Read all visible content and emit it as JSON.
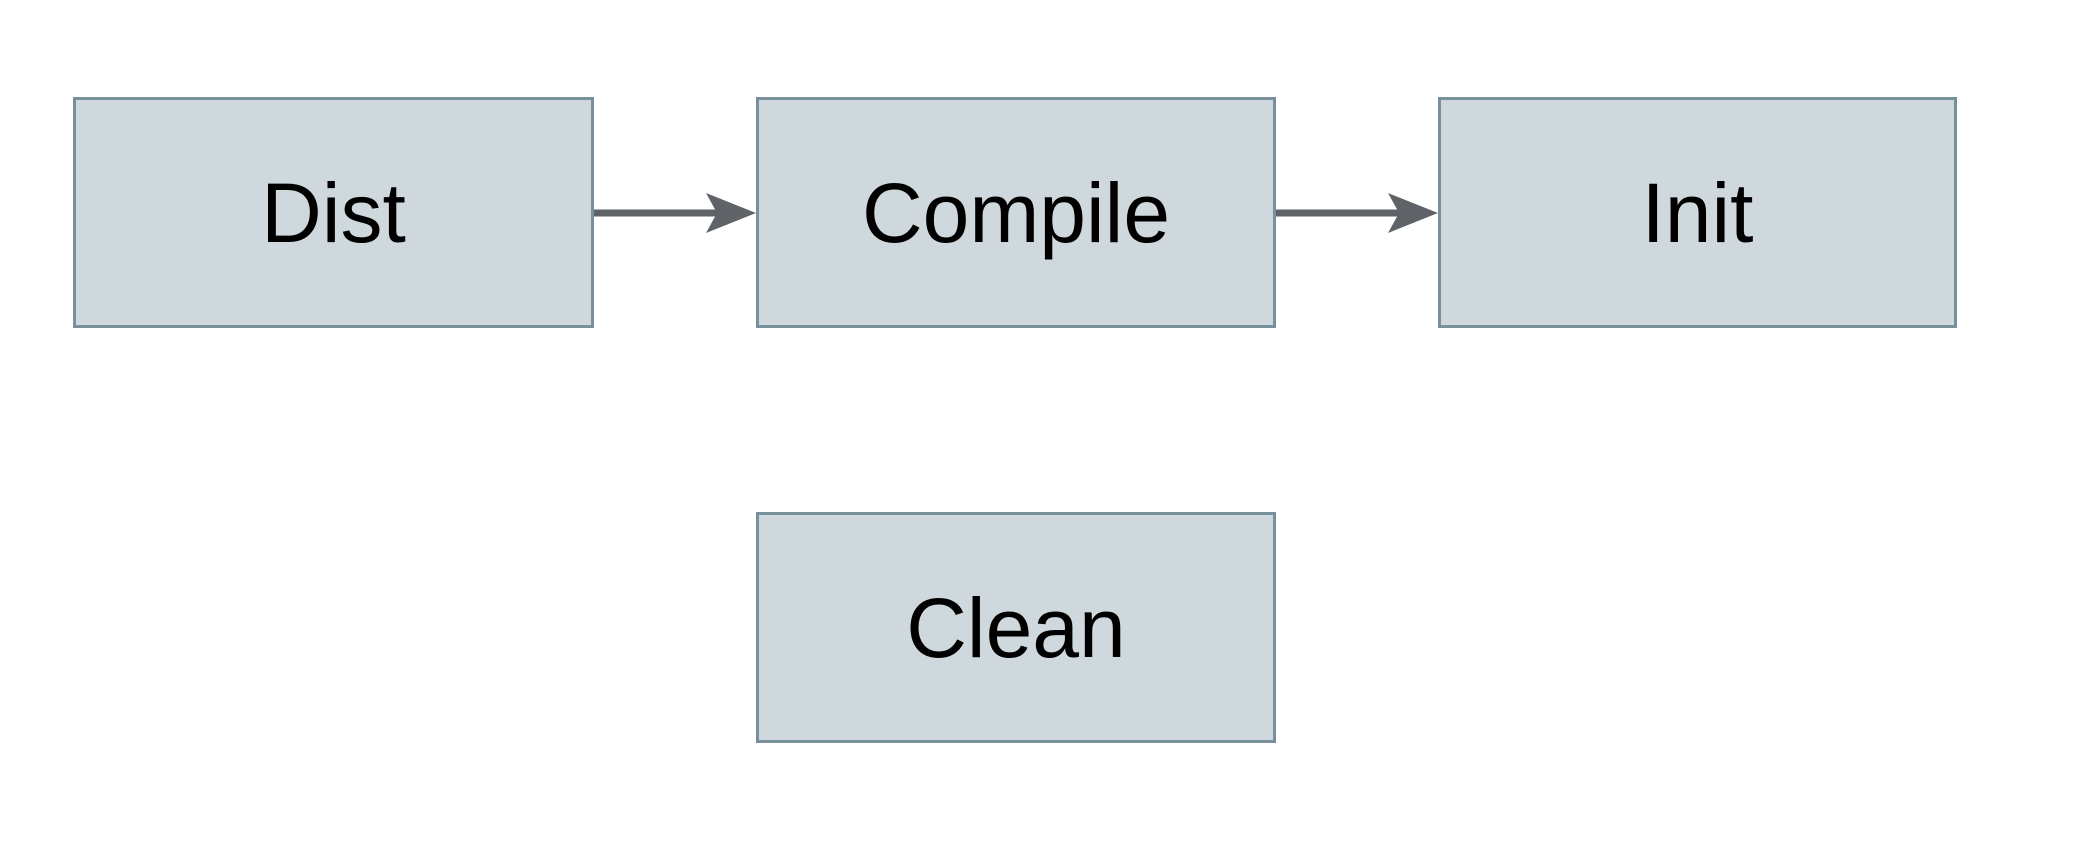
{
  "diagram": {
    "type": "flowchart",
    "nodes": [
      {
        "id": "dist",
        "label": "Dist"
      },
      {
        "id": "compile",
        "label": "Compile"
      },
      {
        "id": "init",
        "label": "Init"
      },
      {
        "id": "clean",
        "label": "Clean"
      }
    ],
    "edges": [
      {
        "from": "Dist",
        "to": "Compile",
        "direction": "right"
      },
      {
        "from": "Compile",
        "to": "Init",
        "direction": "right"
      }
    ]
  },
  "colors": {
    "node_fill": "#cfd8dc",
    "node_border": "#78909c",
    "arrow": "#5f6368",
    "text": "#000000",
    "background": "#ffffff"
  }
}
